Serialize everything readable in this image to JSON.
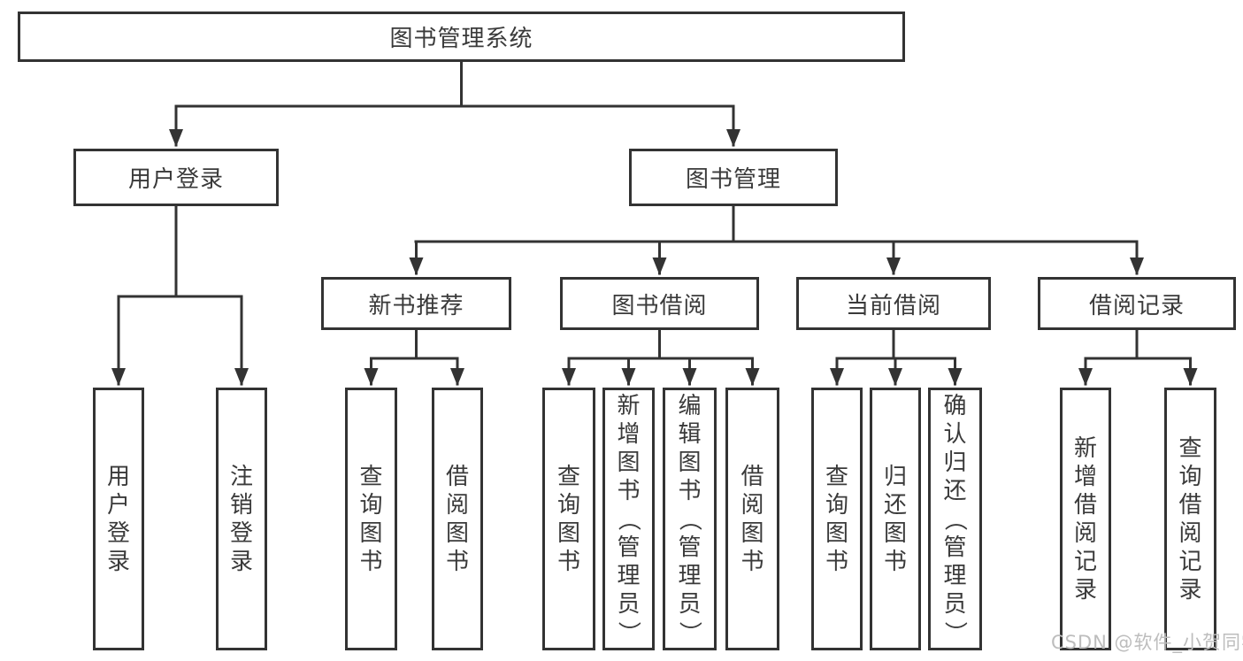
{
  "tree": {
    "root": {
      "label": "图书管理系统"
    },
    "branches": [
      {
        "label": "用户登录",
        "children": [
          {
            "label": "用户登录"
          },
          {
            "label": "注销登录"
          }
        ]
      },
      {
        "label": "图书管理",
        "children": [
          {
            "label": "新书推荐",
            "children": [
              {
                "label": "查询图书"
              },
              {
                "label": "借阅图书"
              }
            ]
          },
          {
            "label": "图书借阅",
            "children": [
              {
                "label": "查询图书"
              },
              {
                "label": "新增图书（管理员）"
              },
              {
                "label": "编辑图书（管理员）"
              },
              {
                "label": "借阅图书"
              }
            ]
          },
          {
            "label": "当前借阅",
            "children": [
              {
                "label": "查询图书"
              },
              {
                "label": "归还图书"
              },
              {
                "label": "确认归还（管理员）"
              }
            ]
          },
          {
            "label": "借阅记录",
            "children": [
              {
                "label": "新增借阅记录"
              },
              {
                "label": "查询借阅记录"
              }
            ]
          }
        ]
      }
    ]
  },
  "watermark": "CSDN @软件_小贺同学",
  "colors": {
    "line": "#333333",
    "text": "#3a3a3a",
    "watermark": "#bdbdbd",
    "bg": "#ffffff"
  }
}
